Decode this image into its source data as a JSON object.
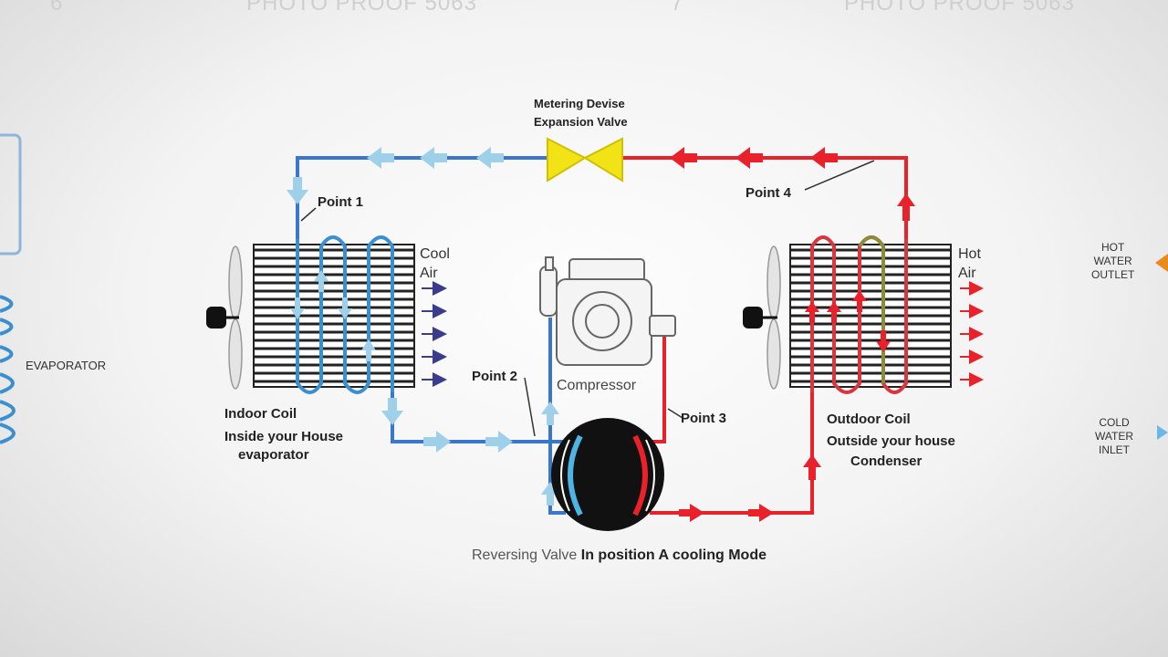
{
  "watermark": {
    "left": "PHOTO PROOF 5063",
    "right": "PHOTO PROOF 5063",
    "num_left": "6",
    "num_mid": "7"
  },
  "labels": {
    "metering_line1": "Metering Devise",
    "metering_line2": "Expansion Valve",
    "point1": "Point 1",
    "point2": "Point 2",
    "point3": "Point 3",
    "point4": "Point 4",
    "cool_air_1": "Cool",
    "cool_air_2": "Air",
    "hot_air_1": "Hot",
    "hot_air_2": "Air",
    "compressor": "Compressor",
    "indoor_1": "Indoor Coil",
    "indoor_2": "Inside your House",
    "indoor_3": "evaporator",
    "outdoor_1": "Outdoor Coil",
    "outdoor_2": "Outside your house",
    "outdoor_3": "Condenser",
    "reversing_a": "Reversing Valve",
    "reversing_b": "In position A cooling Mode"
  },
  "side": {
    "evaporator": "EVAPORATOR",
    "hot_water_1": "HOT",
    "hot_water_2": "WATER",
    "hot_water_3": "OUTLET",
    "cold_water_1": "COLD",
    "cold_water_2": "WATER",
    "cold_water_3": "INLET"
  },
  "colors": {
    "cold_line": "#3a76c9",
    "cold_arrow": "#9fd0ea",
    "hot_line": "#e8212b",
    "valve": "#f2e316",
    "coil": "#222222"
  }
}
